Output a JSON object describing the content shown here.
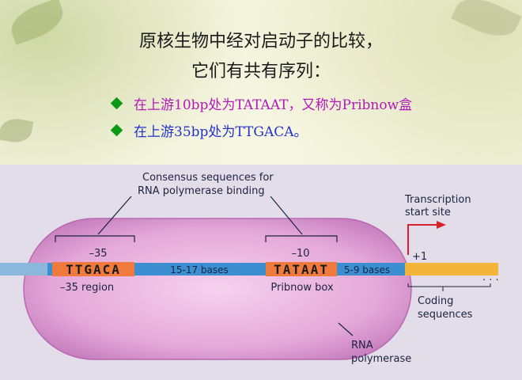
{
  "title": {
    "line1": "原核生物中经对启动子的比较，",
    "line2": "它们有共有序列："
  },
  "bullets": [
    "在上游10bp处为TATAAT，又称为Pribnow盒",
    "在上游35bp处为TTGACA。"
  ],
  "diagram": {
    "consensus_label_line1": "Consensus sequences for",
    "consensus_label_line2": "RNA polymerase binding",
    "minus35_pos": "–35",
    "minus35_seq": "TTGACA",
    "minus35_region": "–35 region",
    "spacer1": "15-17 bases",
    "minus10_pos": "–10",
    "minus10_seq": "TATAAT",
    "pribnow_box": "Pribnow box",
    "spacer2": "5-9 bases",
    "plus1": "+1",
    "tss_line1": "Transcription",
    "tss_line2": "start site",
    "coding_line1": "Coding",
    "coding_line2": "sequences",
    "rnap_line1": "RNA",
    "rnap_line2": "polymerase"
  },
  "colors": {
    "polymerase": "#e4a8d8",
    "dna": "#3b8fd0",
    "box": "#f07a3c",
    "coding": "#f2b53a",
    "arrow": "#d8202a"
  }
}
